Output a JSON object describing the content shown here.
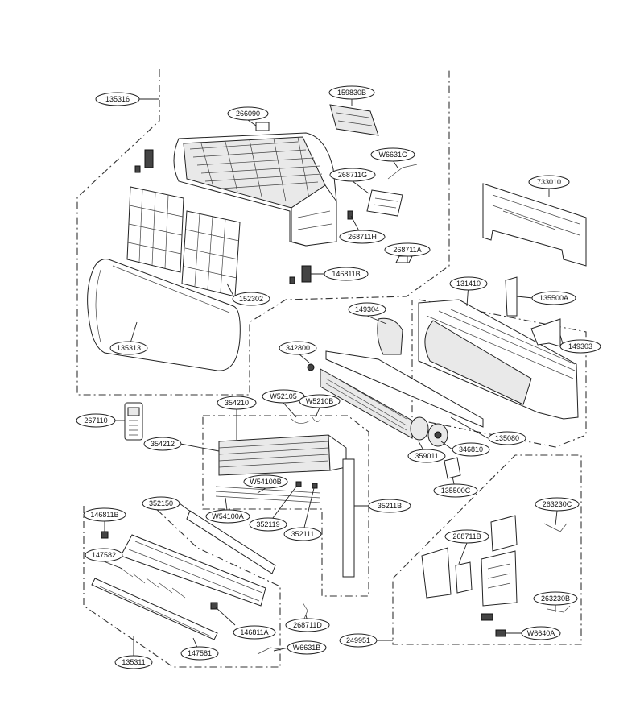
{
  "parts": {
    "p135316": "135316",
    "p266090": "266090",
    "p159830B": "159830B",
    "pW6631C": "W6631C",
    "p268711G": "268711G",
    "p268711H": "268711H",
    "p268711A": "268711A",
    "p146811B_top": "146811B",
    "p152302": "152302",
    "p135313": "135313",
    "p733010": "733010",
    "p131410": "131410",
    "p135500A": "135500A",
    "p149304": "149304",
    "p149303": "149303",
    "p342800": "342800",
    "p135080": "135080",
    "p346810": "346810",
    "p359011": "359011",
    "p135500C": "135500C",
    "p267110": "267110",
    "p354210": "354210",
    "pW52105": "W52105",
    "pW5210B": "W5210B",
    "p354212": "354212",
    "pW54100B": "W54100B",
    "pW54100A": "W54100A",
    "p352119": "352119",
    "p352111": "352111",
    "p35211B": "35211B",
    "p352150": "352150",
    "p146811B_bottom": "146811B",
    "p147582": "147582",
    "p146811A": "146811A",
    "p268711D": "268711D",
    "pW6631B": "W6631B",
    "p147581": "147581",
    "p135311": "135311",
    "p263230C": "263230C",
    "p268711B": "268711B",
    "p263230B": "263230B",
    "pW6640A": "W6640A",
    "p249951": "249951"
  }
}
